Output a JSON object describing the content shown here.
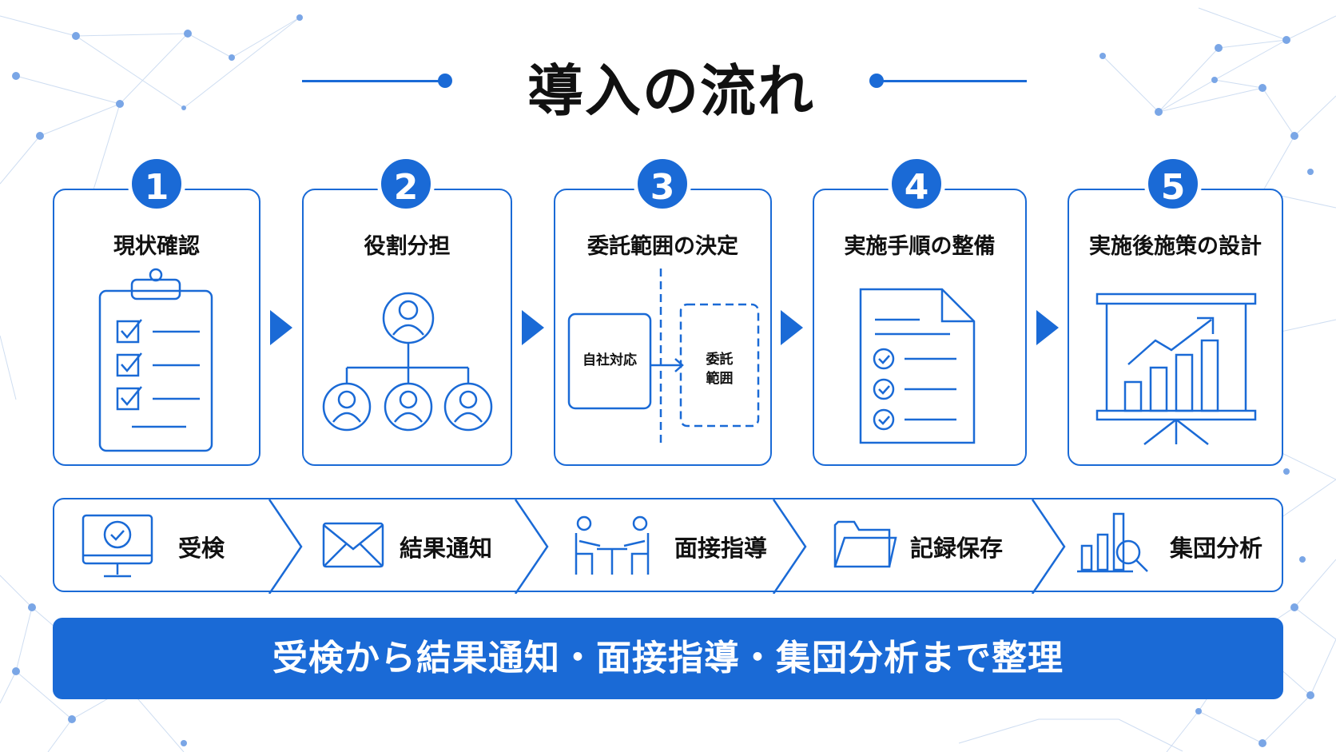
{
  "title": "導入の流れ",
  "accent_color": "#1a6ad6",
  "steps": [
    {
      "number": "1",
      "label": "現状確認",
      "icon": "clipboard-checklist-icon"
    },
    {
      "number": "2",
      "label": "役割分担",
      "icon": "org-chart-icon"
    },
    {
      "number": "3",
      "label": "委託範囲の決定",
      "icon": "scope-split-icon",
      "inner_left": "自社対応",
      "inner_right": "委託\n範囲"
    },
    {
      "number": "4",
      "label": "実施手順の整備",
      "icon": "document-checklist-icon"
    },
    {
      "number": "5",
      "label": "実施後施策の設計",
      "icon": "presentation-chart-icon"
    }
  ],
  "process": [
    {
      "label": "受検",
      "icon": "monitor-check-icon"
    },
    {
      "label": "結果通知",
      "icon": "envelope-icon"
    },
    {
      "label": "面接指導",
      "icon": "interview-icon"
    },
    {
      "label": "記録保存",
      "icon": "folder-icon"
    },
    {
      "label": "集団分析",
      "icon": "analysis-chart-icon"
    }
  ],
  "banner": "受検から結果通知・面接指導・集団分析まで整理"
}
